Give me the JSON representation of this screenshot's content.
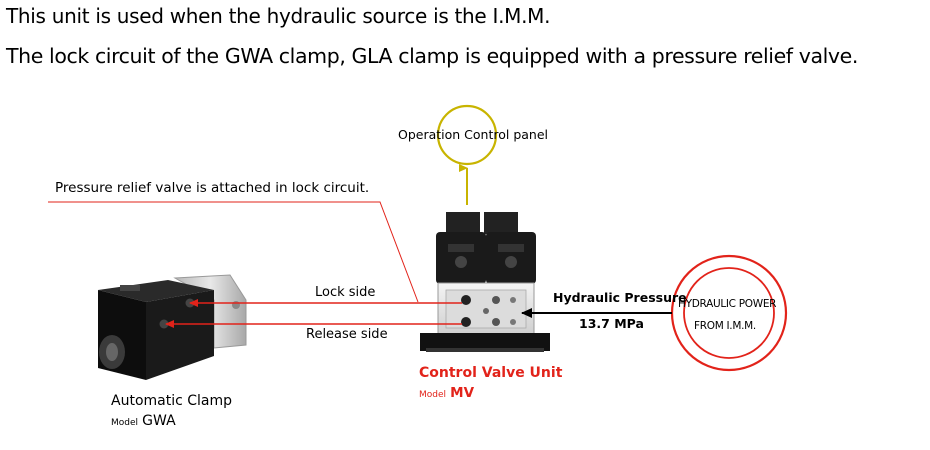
{
  "heading": {
    "line1": "This unit is used when the hydraulic source is the I.M.M.",
    "line2": "The lock circuit of the GWA clamp, GLA clamp is equipped with a pressure relief valve."
  },
  "labels": {
    "operation_panel": "Operation Control panel",
    "relief_note": "Pressure relief valve is attached in lock circuit.",
    "lock_side": "Lock side",
    "release_side": "Release side",
    "hydraulic_pressure": "Hydraulic Pressure",
    "pressure_value": "13.7 MPa",
    "power_line1": "HYDRAULIC POWER",
    "power_line2": "FROM I.M.M.",
    "cvu_name": "Control Valve Unit",
    "cvu_model_prefix": "Model",
    "cvu_model": "MV",
    "clamp_name": "Automatic Clamp",
    "clamp_model_prefix": "Model",
    "clamp_model": "GWA"
  },
  "colors": {
    "accent_red": "#e2231a",
    "signal_yellow": "#c8b400"
  }
}
